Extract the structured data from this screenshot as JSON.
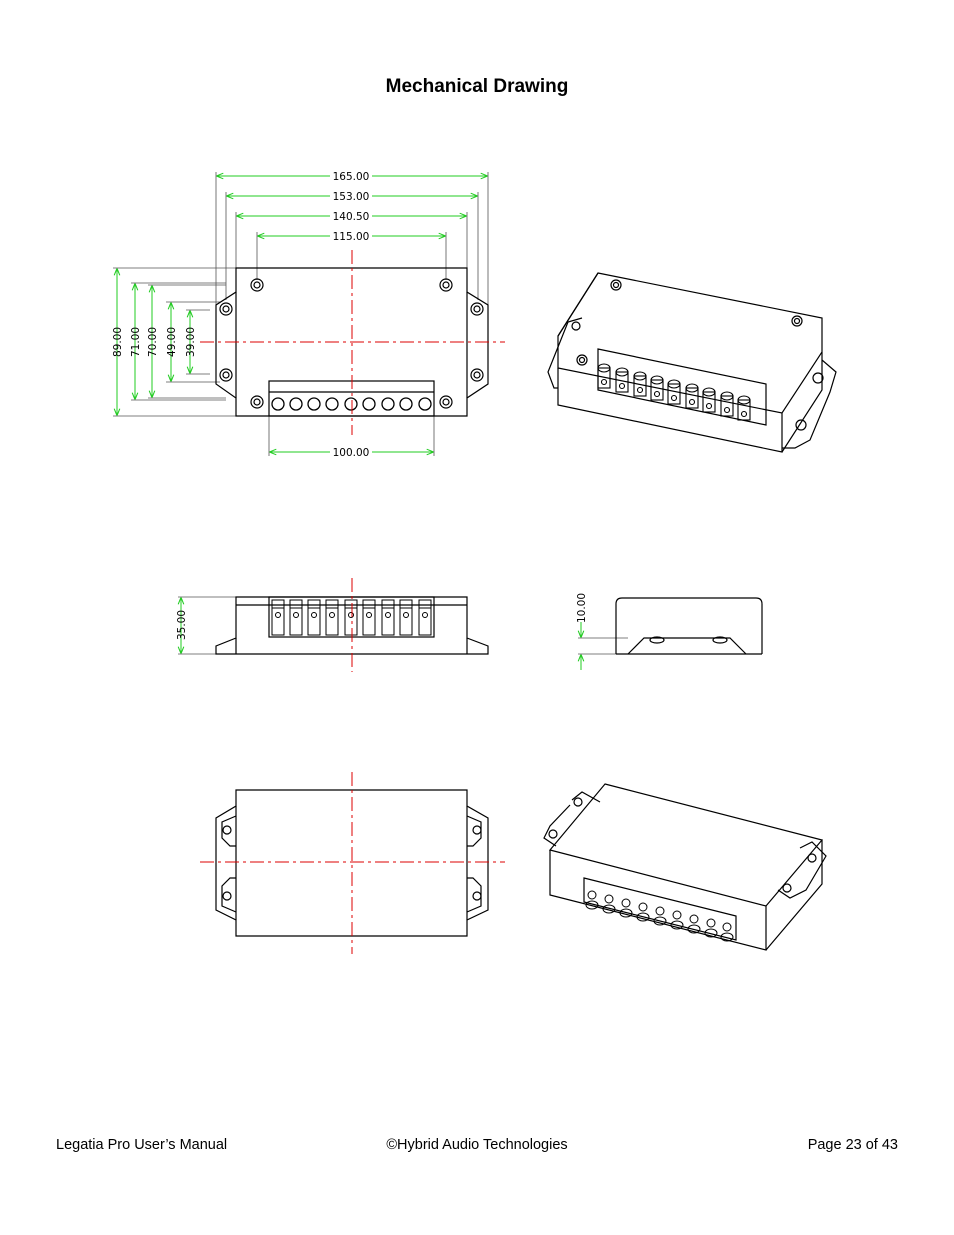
{
  "page": {
    "title": "Mechanical Drawing",
    "footer_left": "Legatia Pro User’s Manual",
    "footer_center": "©Hybrid Audio Technologies",
    "footer_right": "Page 23 of 43"
  },
  "top_view_dims": {
    "width_165": "165.00",
    "width_153": "153.00",
    "width_140": "140.50",
    "width_115": "115.00",
    "terminal_100": "100.00",
    "height_89": "89.00",
    "height_71": "71.00",
    "height_70": "70.00",
    "height_49": "49.00",
    "height_39": "39.00"
  },
  "side_view_dims": {
    "height_35": "35.00",
    "flange_10": "10.00"
  },
  "colors": {
    "dimension": "#22cc22",
    "centerline": "#dd0000",
    "outline": "#000000"
  }
}
